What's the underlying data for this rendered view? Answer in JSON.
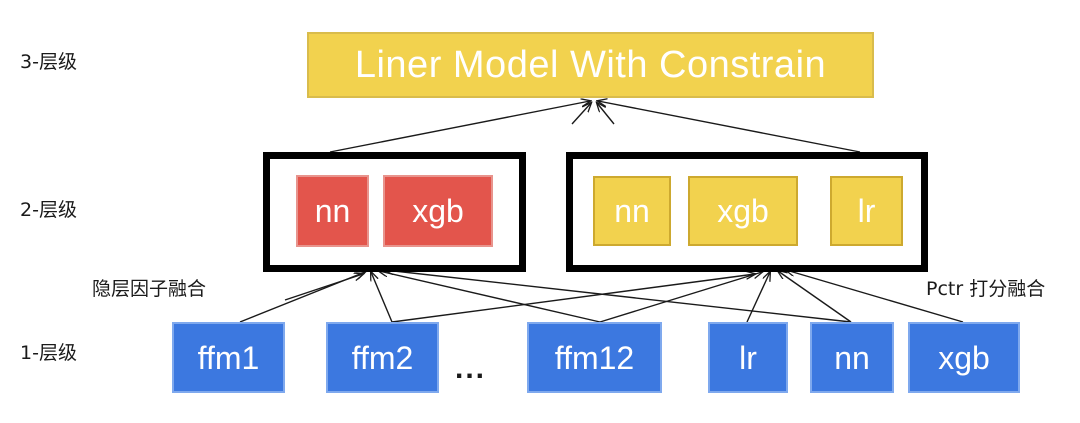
{
  "diagram": {
    "title_node": "Liner Model With Constrain",
    "tiers": [
      {
        "id": "tier3",
        "label": "3-层级"
      },
      {
        "id": "tier2",
        "label": "2-层级"
      },
      {
        "id": "tier1",
        "label": "1-层级"
      }
    ],
    "annotations": {
      "left": "隐层因子融合",
      "right": "Pctr 打分融合"
    },
    "layer2": {
      "left_group": {
        "nodes": [
          {
            "label": "nn"
          },
          {
            "label": "xgb"
          }
        ]
      },
      "right_group": {
        "nodes": [
          {
            "label": "nn"
          },
          {
            "label": "xgb"
          },
          {
            "label": "lr"
          }
        ]
      }
    },
    "layer1": {
      "nodes": [
        {
          "label": "ffm1"
        },
        {
          "label": "ffm2"
        },
        {
          "label": "..."
        },
        {
          "label": "ffm12"
        },
        {
          "label": "lr"
        },
        {
          "label": "nn"
        },
        {
          "label": "xgb"
        }
      ]
    },
    "colors": {
      "yellow": "#F2D24E",
      "yellow_border": "#CDA92F",
      "red": "#E3554C",
      "red_border": "#E8948D",
      "blue": "#3C78E0",
      "blue_border": "#7FA9EE",
      "group_border": "#000000",
      "edge": "#1a1a1a",
      "text_light": "#FFFFFF",
      "text_dark": "#1A1A1A"
    }
  }
}
